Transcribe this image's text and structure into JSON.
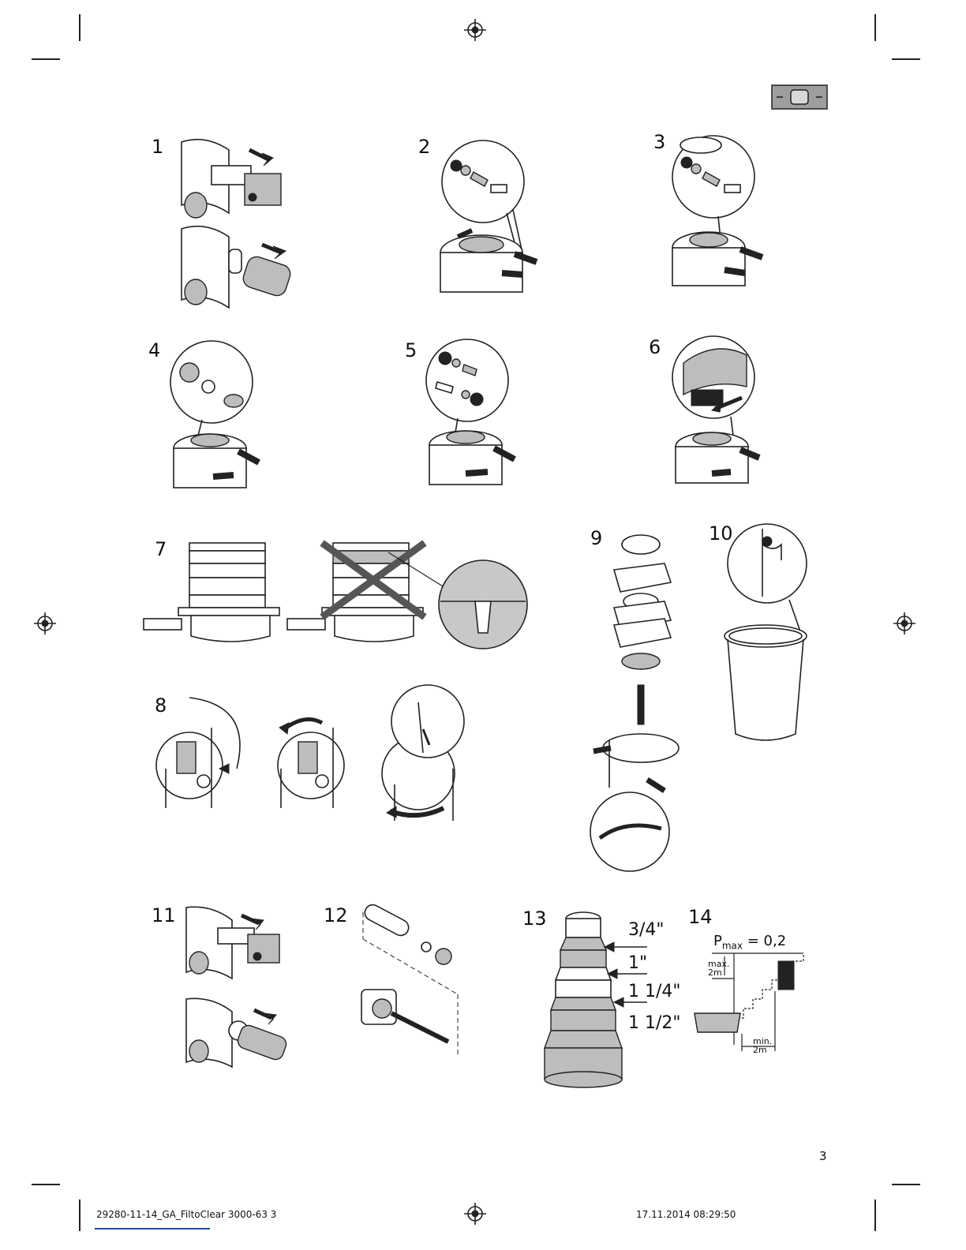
{
  "steps": {
    "s1": "1",
    "s2": "2",
    "s3": "3",
    "s4": "4",
    "s5": "5",
    "s6": "6",
    "s7": "7",
    "s8": "8",
    "s9": "9",
    "s10": "10",
    "s11": "11",
    "s12": "12",
    "s13": "13",
    "s14": "14"
  },
  "hose_sizes": {
    "size_a": "3/4\"",
    "size_b": "1\"",
    "size_c": "1 1/4\"",
    "size_d": "1 1/2\""
  },
  "installation": {
    "pmax_label": "P",
    "pmax_sub": "max",
    "pmax_value": "= 0,2",
    "height_label_1": "max.",
    "height_label_2": "2m",
    "distance_label_1": "min.",
    "distance_label_2": "2m"
  },
  "page_number": "3",
  "footer": {
    "file_name": "29280-11-14_GA_FiltoClear 3000-63  3",
    "timestamp": "17.11.2014  08:29:50"
  },
  "colors": {
    "line": "#222222",
    "grey_fill": "#bdbdbd",
    "link_underline": "#1a4fa0"
  }
}
